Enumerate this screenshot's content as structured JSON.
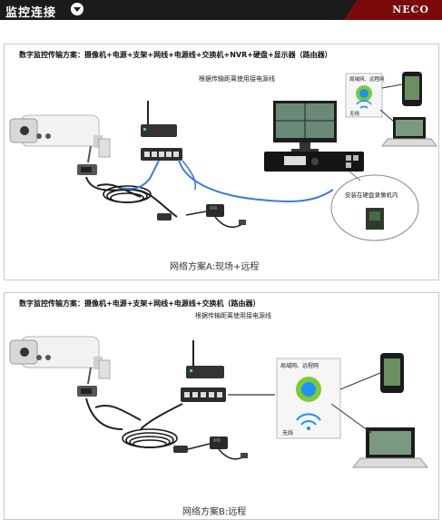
{
  "header": {
    "title": "监控连接",
    "brand": "NECO",
    "colors": {
      "bar": "#1b1b1b",
      "brand_tab": "#7a0a0a"
    }
  },
  "plan_a": {
    "title": "数字监控传输方案：摄像机+电源+支架+网线+电源线+交换机+NVR+硬盘+显示器（路由器）",
    "cable_note": "根据传输距离使用接电源线",
    "lan_remote_label": "局域网、远程网",
    "wireless_label": "无线",
    "hdd_note": "安装在硬盘录像机内",
    "caption": "网络方案A:现场+远程"
  },
  "plan_b": {
    "title": "数字监控传输方案：摄像机+电源+支架+网线+电源线+交换机（路由器）",
    "cable_note": "根据传输距离使用接电源线",
    "lan_remote_label": "局域网、远程网",
    "wireless_label": "无线",
    "caption": "网络方案B:远程"
  }
}
